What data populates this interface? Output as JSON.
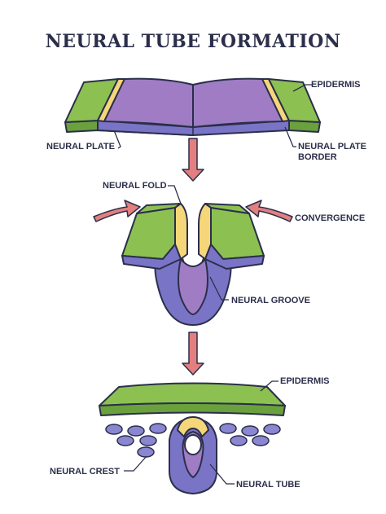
{
  "title": "NEURAL TUBE FORMATION",
  "labels": {
    "epidermis_top": "EPIDERMIS",
    "neural_plate": "NEURAL PLATE",
    "neural_plate_border": "NEURAL PLATE BORDER",
    "neural_fold": "NEURAL FOLD",
    "convergence": "CONVERGENCE",
    "neural_groove": "NEURAL GROOVE",
    "epidermis_bottom": "EPIDERMIS",
    "neural_crest": "NEURAL CREST",
    "neural_tube": "NEURAL TUBE"
  },
  "colors": {
    "epidermis": "#8cc152",
    "epidermis_dark": "#6aa13c",
    "neural_plate": "#a07cc5",
    "neural_plate_light": "#b999d6",
    "border": "#f5d77a",
    "tube": "#7a74c6",
    "tube_dark": "#6a64b8",
    "crest": "#8a86d2",
    "arrow": "#e37f7f",
    "outline": "#2b2f4a"
  }
}
